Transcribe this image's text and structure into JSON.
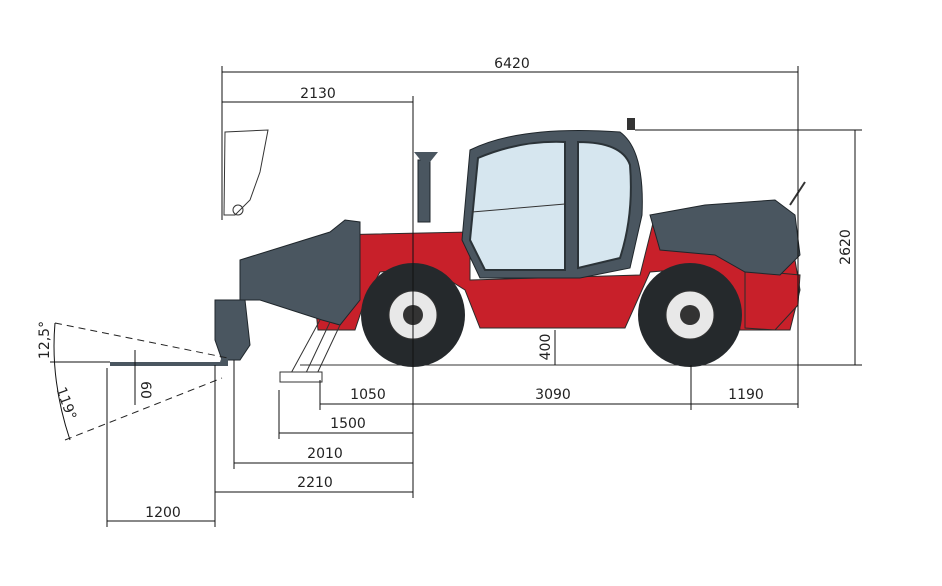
{
  "dimensions": {
    "overall_length": "6420",
    "front_to_axle": "2130",
    "overall_height": "2620",
    "ground_clearance": "400",
    "front_overhang": "1050",
    "wheelbase": "3090",
    "rear_overhang": "1190",
    "stabiliser_reach": "1500",
    "stabiliser_outer": "2010",
    "carriage_to_axle": "2210",
    "fork_length": "1200",
    "fork_thickness": "60",
    "tilt_back_angle": "12,5°",
    "tilt_down_angle": "119°"
  },
  "colors": {
    "body": "#c8202a",
    "frame": "#4a5660",
    "glass": "#d6e6ef"
  }
}
